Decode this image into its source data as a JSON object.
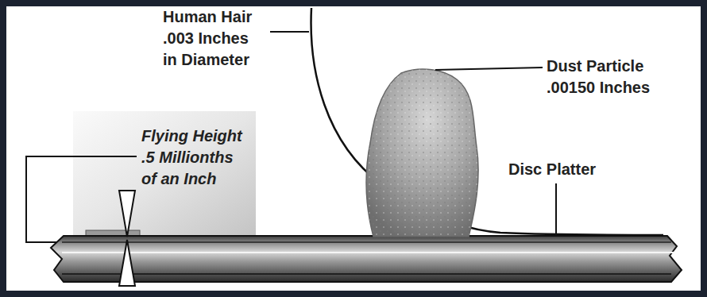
{
  "diagram": {
    "labels": [
      "Human Hair .003 Inches in Diameter",
      "Dust Particle .00150 Inches",
      "Flying Height .5 Millionths of an Inch",
      "Disc Platter"
    ]
  }
}
